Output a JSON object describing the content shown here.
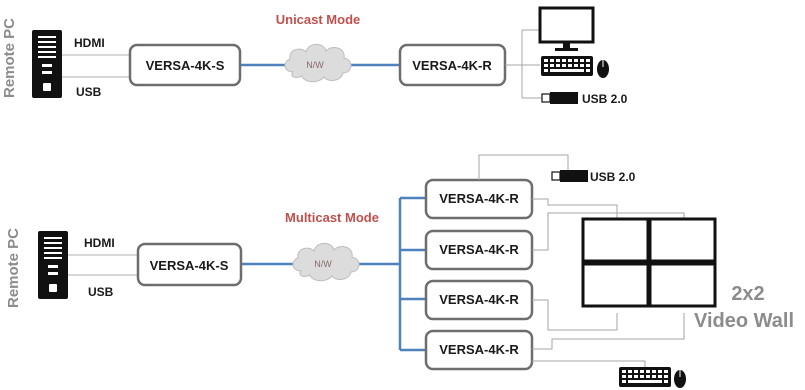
{
  "unicast": {
    "mode_label": "Unicast Mode",
    "side_label": "Remote PC",
    "hdmi_label": "HDMI",
    "usb_label": "USB",
    "sender_label": "VERSA-4K-S",
    "network_label": "N/W",
    "receiver_label": "VERSA-4K-R",
    "usb_device_label": "USB 2.0"
  },
  "multicast": {
    "mode_label": "Multicast Mode",
    "side_label": "Remote PC",
    "hdmi_label": "HDMI",
    "usb_label": "USB",
    "sender_label": "VERSA-4K-S",
    "network_label": "N/W",
    "receivers": [
      {
        "label": "VERSA-4K-R"
      },
      {
        "label": "VERSA-4K-R"
      },
      {
        "label": "VERSA-4K-R"
      },
      {
        "label": "VERSA-4K-R"
      }
    ],
    "usb_device_label": "USB 2.0",
    "video_wall_label_1": "2x2",
    "video_wall_label_2": "Video Wall"
  },
  "colors": {
    "link_blue": "#4f81bd",
    "box_border": "#6d6d6d",
    "mode_red": "#c0504d",
    "thin_line": "#a6a6a6"
  }
}
